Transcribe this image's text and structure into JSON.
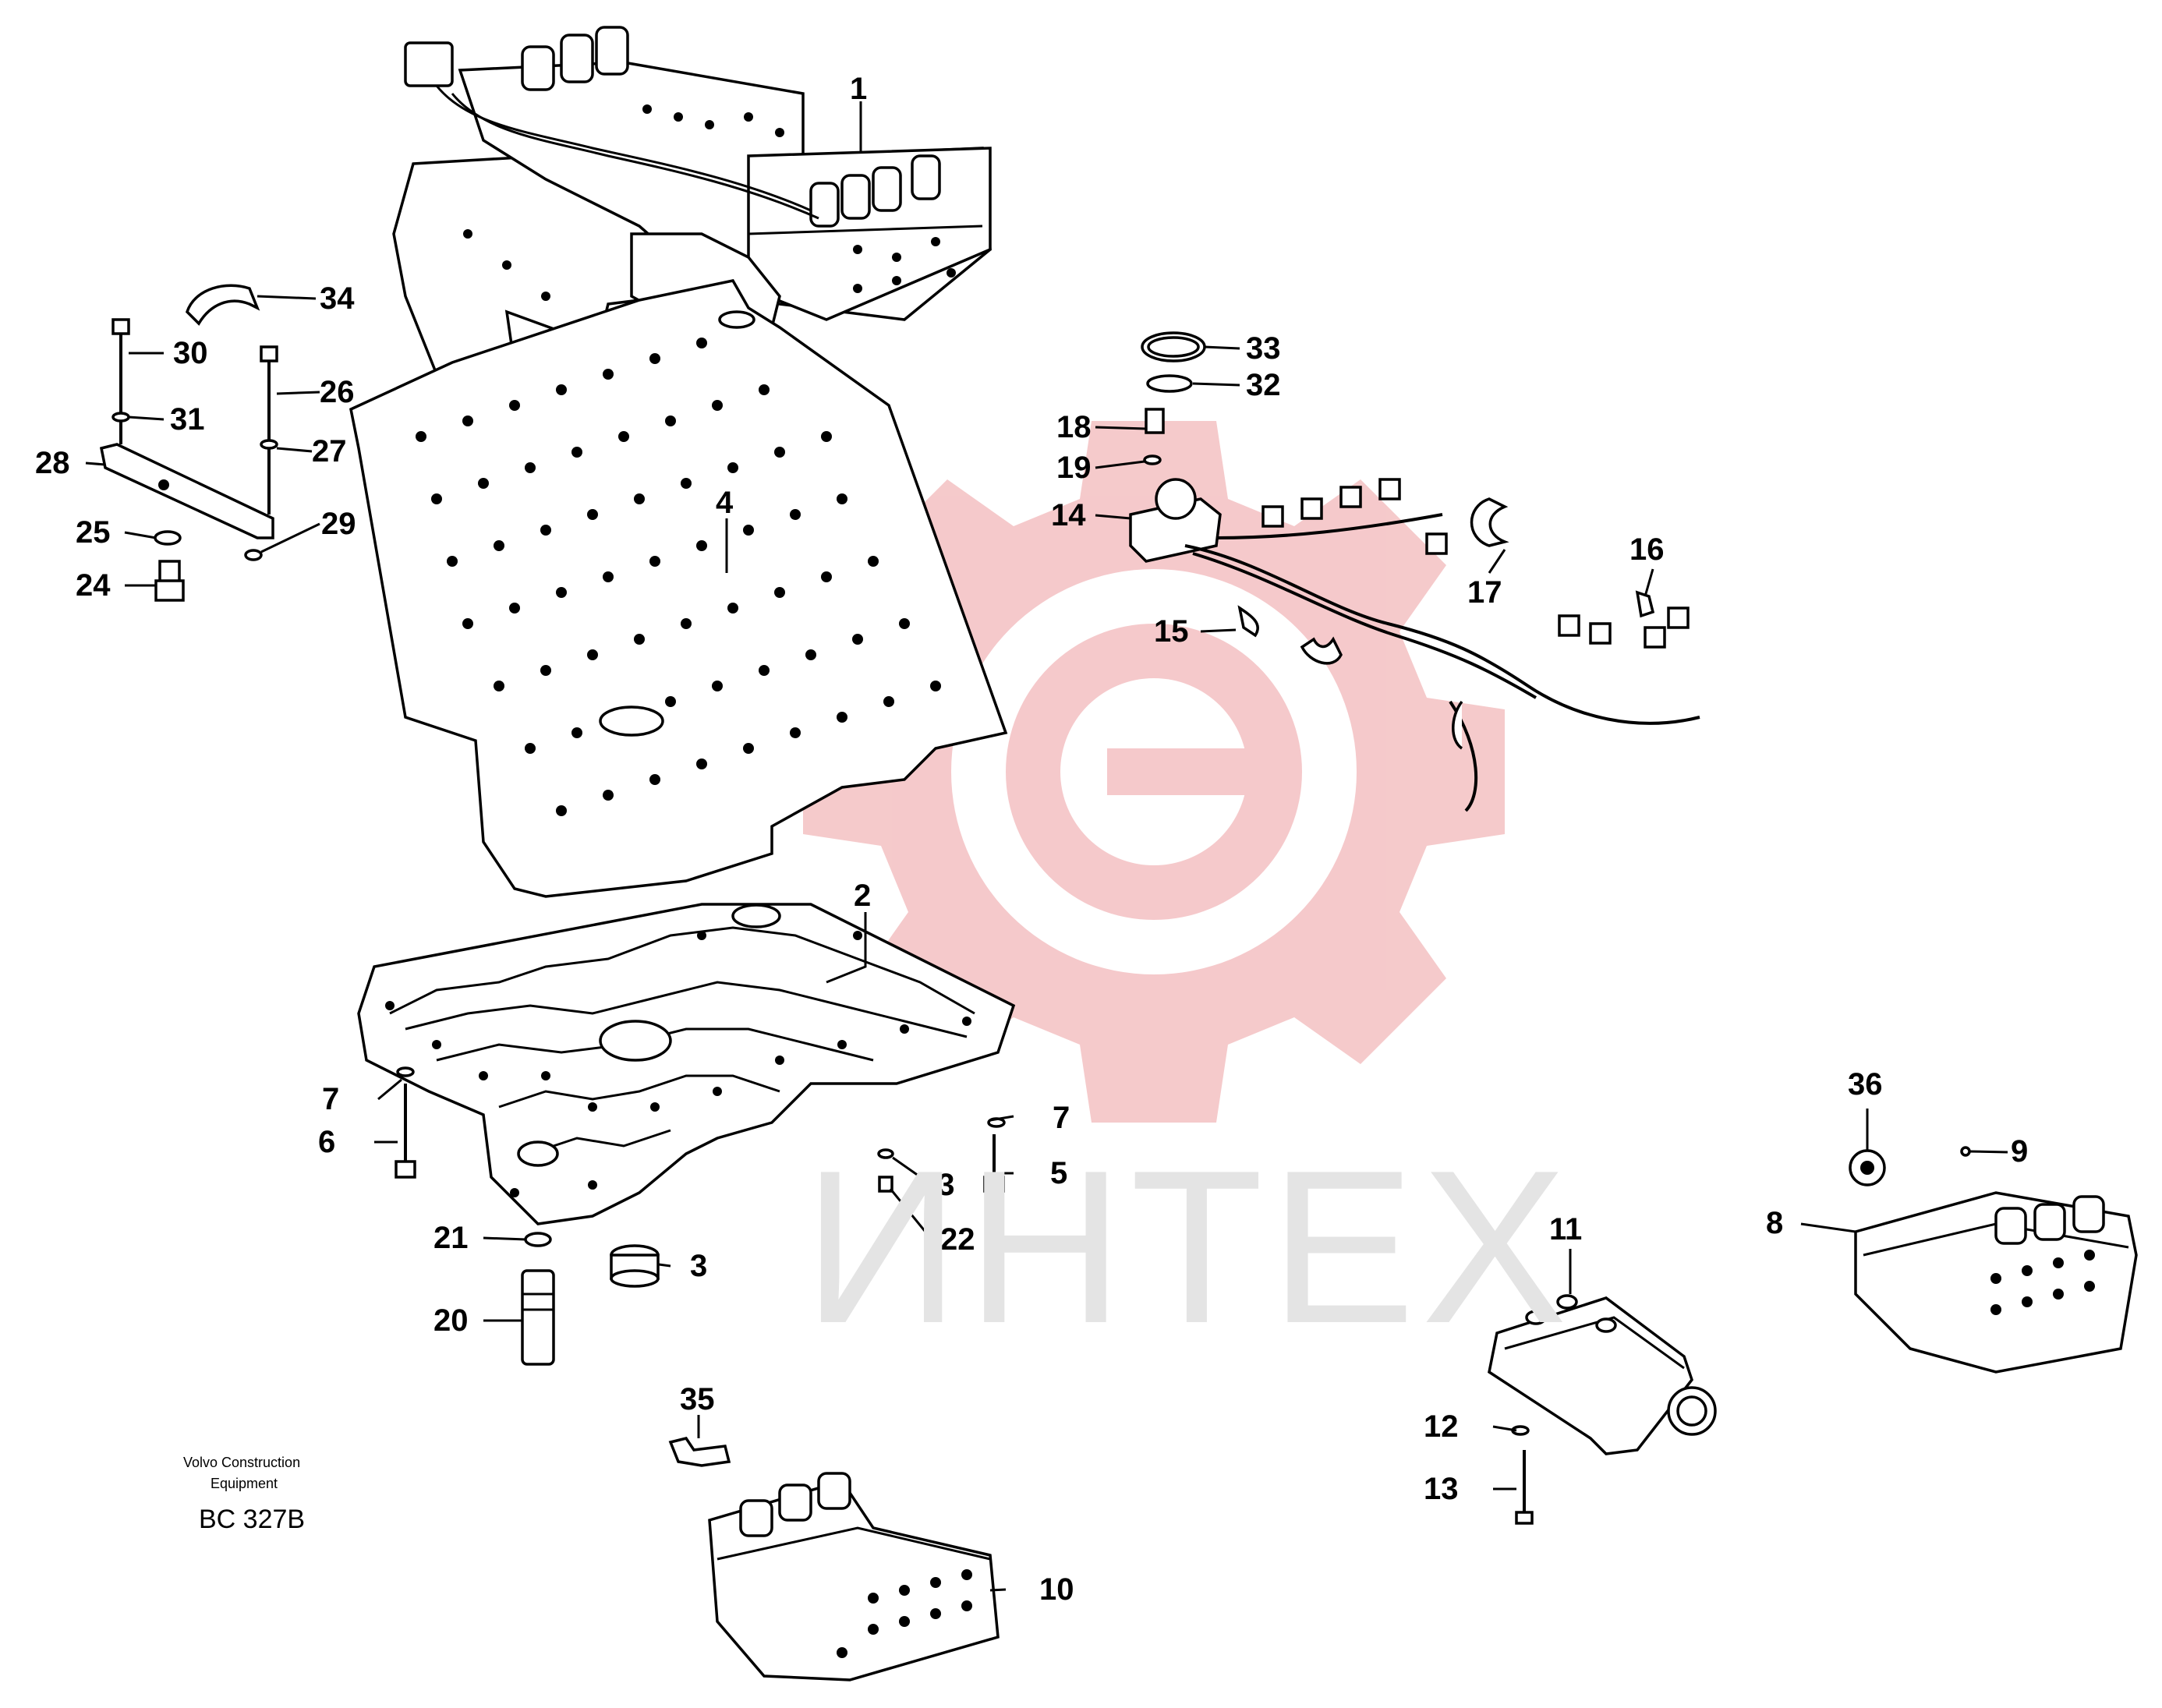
{
  "watermark": {
    "text": "ИНТЕХ",
    "color": "#f2b8ba",
    "text_color": "#e4e4e4"
  },
  "publisher": {
    "line1": "Volvo Construction",
    "line2": "Equipment"
  },
  "drawing_code": "BC 327B",
  "callouts": {
    "c1": "1",
    "c2": "2",
    "c3": "3",
    "c4": "4",
    "c5": "5",
    "c6": "6",
    "c7a": "7",
    "c7b": "7",
    "c8": "8",
    "c9": "9",
    "c10": "10",
    "c11": "11",
    "c12": "12",
    "c13": "13",
    "c14": "14",
    "c15": "15",
    "c16": "16",
    "c17": "17",
    "c18": "18",
    "c19": "19",
    "c20": "20",
    "c21": "21",
    "c22": "22",
    "c23": "23",
    "c24": "24",
    "c25": "25",
    "c26": "26",
    "c27": "27",
    "c28": "28",
    "c29": "29",
    "c30": "30",
    "c31": "31",
    "c32": "32",
    "c33": "33",
    "c34": "34",
    "c35": "35",
    "c36": "36"
  }
}
